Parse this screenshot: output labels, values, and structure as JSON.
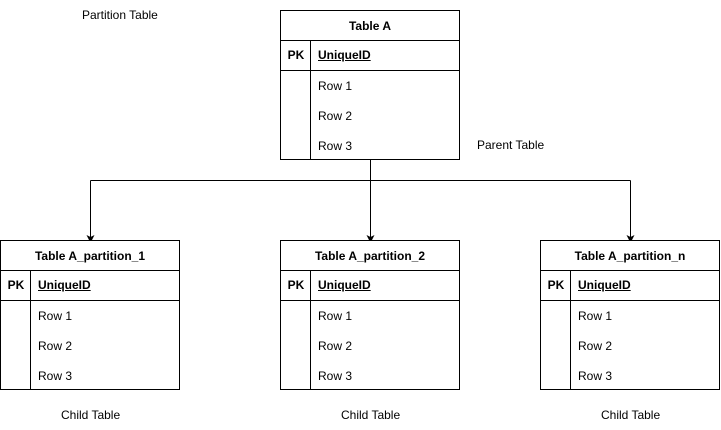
{
  "labels": {
    "partition_table": "Partition Table",
    "parent_table": "Parent Table",
    "child_table_1": "Child Table",
    "child_table_2": "Child Table",
    "child_table_n": "Child Table"
  },
  "parent": {
    "title": "Table A",
    "pk_label": "PK",
    "pk_field": "UniqueID",
    "rows": [
      "Row 1",
      "Row 2",
      "Row 3"
    ]
  },
  "children": [
    {
      "title": "Table A_partition_1",
      "pk_label": "PK",
      "pk_field": "UniqueID",
      "rows": [
        "Row 1",
        "Row 2",
        "Row 3"
      ]
    },
    {
      "title": "Table A_partition_2",
      "pk_label": "PK",
      "pk_field": "UniqueID",
      "rows": [
        "Row 1",
        "Row 2",
        "Row 3"
      ]
    },
    {
      "title": "Table A_partition_n",
      "pk_label": "PK",
      "pk_field": "UniqueID",
      "rows": [
        "Row 1",
        "Row 2",
        "Row 3"
      ]
    }
  ],
  "colors": {
    "line": "#000000",
    "background": "#ffffff"
  }
}
